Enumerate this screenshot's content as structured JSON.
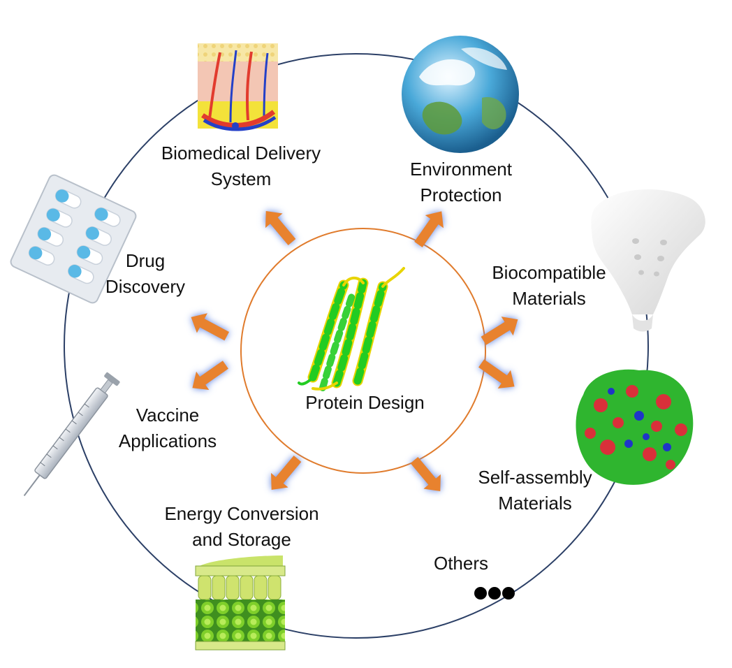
{
  "center": {
    "label": "Protein Design"
  },
  "applications": {
    "biomedical": {
      "line1": "Biomedical Delivery",
      "line2": "System",
      "icon": "skin-tissue-icon"
    },
    "environment": {
      "line1": "Environment",
      "line2": "Protection",
      "icon": "globe-icon"
    },
    "drug": {
      "line1": "Drug",
      "line2": "Discovery",
      "icon": "pill-blister-icon"
    },
    "biocompatible": {
      "line1": "Biocompatible",
      "line2": "Materials",
      "icon": "bone-implant-icon"
    },
    "vaccine": {
      "line1": "Vaccine",
      "line2": "Applications",
      "icon": "syringe-icon"
    },
    "selfassembly": {
      "line1": "Self-assembly",
      "line2": "Materials",
      "icon": "protein-surface-icon"
    },
    "energy": {
      "line1": "Energy Conversion",
      "line2": "and Storage",
      "icon": "leaf-cells-icon"
    },
    "others": {
      "line1": "Others",
      "icon": "ellipsis-dots-icon"
    }
  },
  "colors": {
    "outer_ring": "#2b3f66",
    "inner_ring": "#e07b2c",
    "arrow": "#e8822e",
    "arrow_glow": "#5a7fe0",
    "helix_green": "#22cc22",
    "helix_yellow": "#e8d400"
  }
}
